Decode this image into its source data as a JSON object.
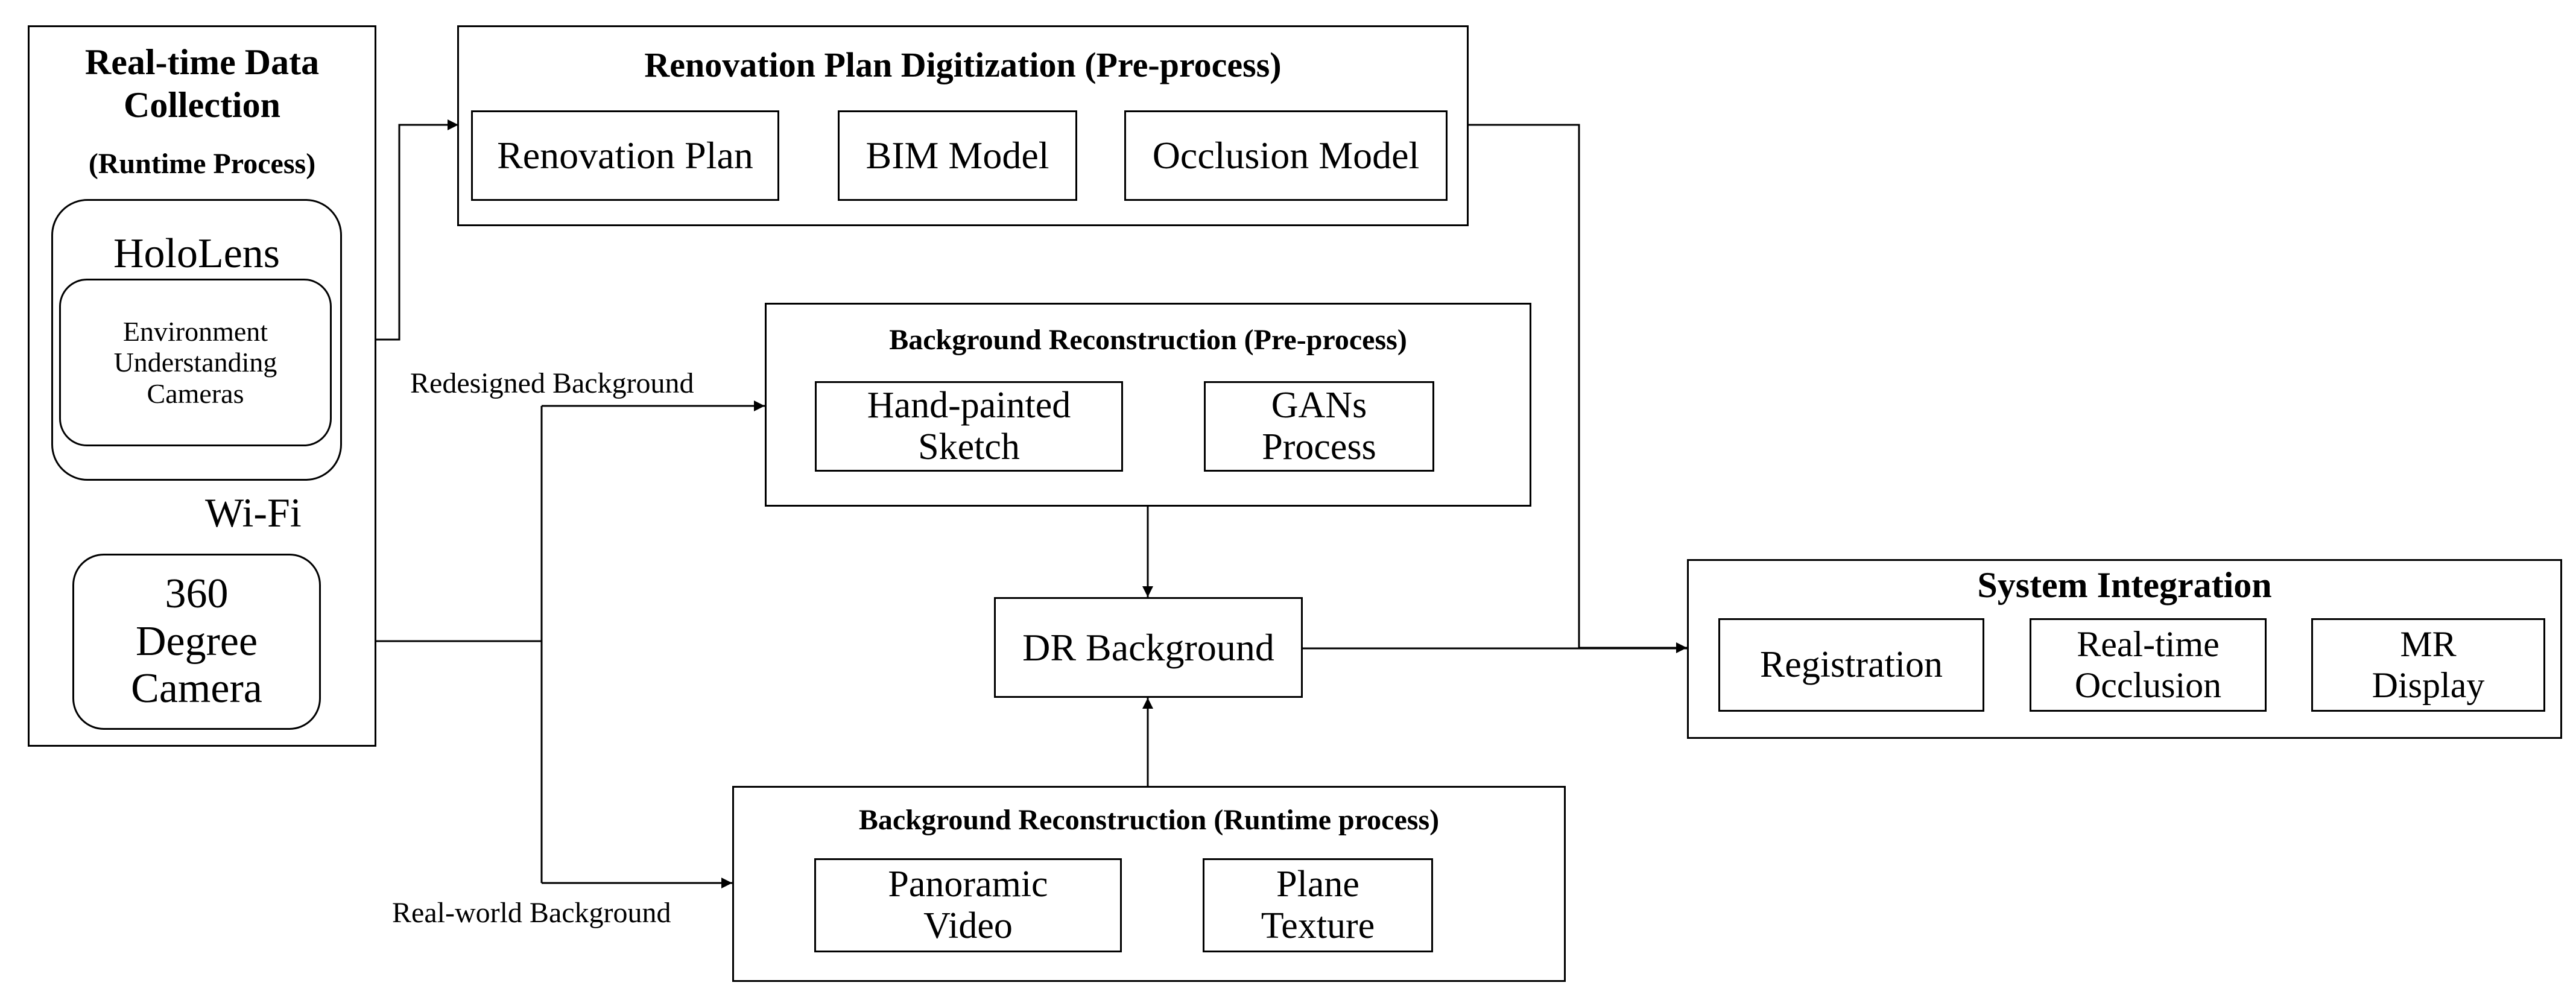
{
  "colors": {
    "line": "#000000",
    "background": "#ffffff"
  },
  "collection": {
    "title": "Real-time Data Collection",
    "subtitle": "(Runtime Process)",
    "hololens": "HoloLens",
    "env_cameras": "Environment Understanding Cameras",
    "wifi": "Wi-Fi",
    "camera360": "360 Degree Camera"
  },
  "plan": {
    "title": "Renovation Plan Digitization (Pre-process)",
    "renovation_plan": "Renovation Plan",
    "bim_model": "BIM Model",
    "occlusion_model": "Occlusion Model"
  },
  "bg_pre": {
    "title": "Background Reconstruction (Pre-process)",
    "sketch": "Hand-painted Sketch",
    "gans": "GANs Process"
  },
  "dr_background": "DR Background",
  "bg_runtime": {
    "title": "Background Reconstruction (Runtime process)",
    "panoramic": "Panoramic Video",
    "plane_texture": "Plane Texture"
  },
  "integration": {
    "title": "System Integration",
    "registration": "Registration",
    "realtime_occlusion": "Real-time Occlusion",
    "mr_display": "MR Display"
  },
  "labels": {
    "redesigned": "Redesigned Background",
    "realworld": "Real-world Background"
  }
}
